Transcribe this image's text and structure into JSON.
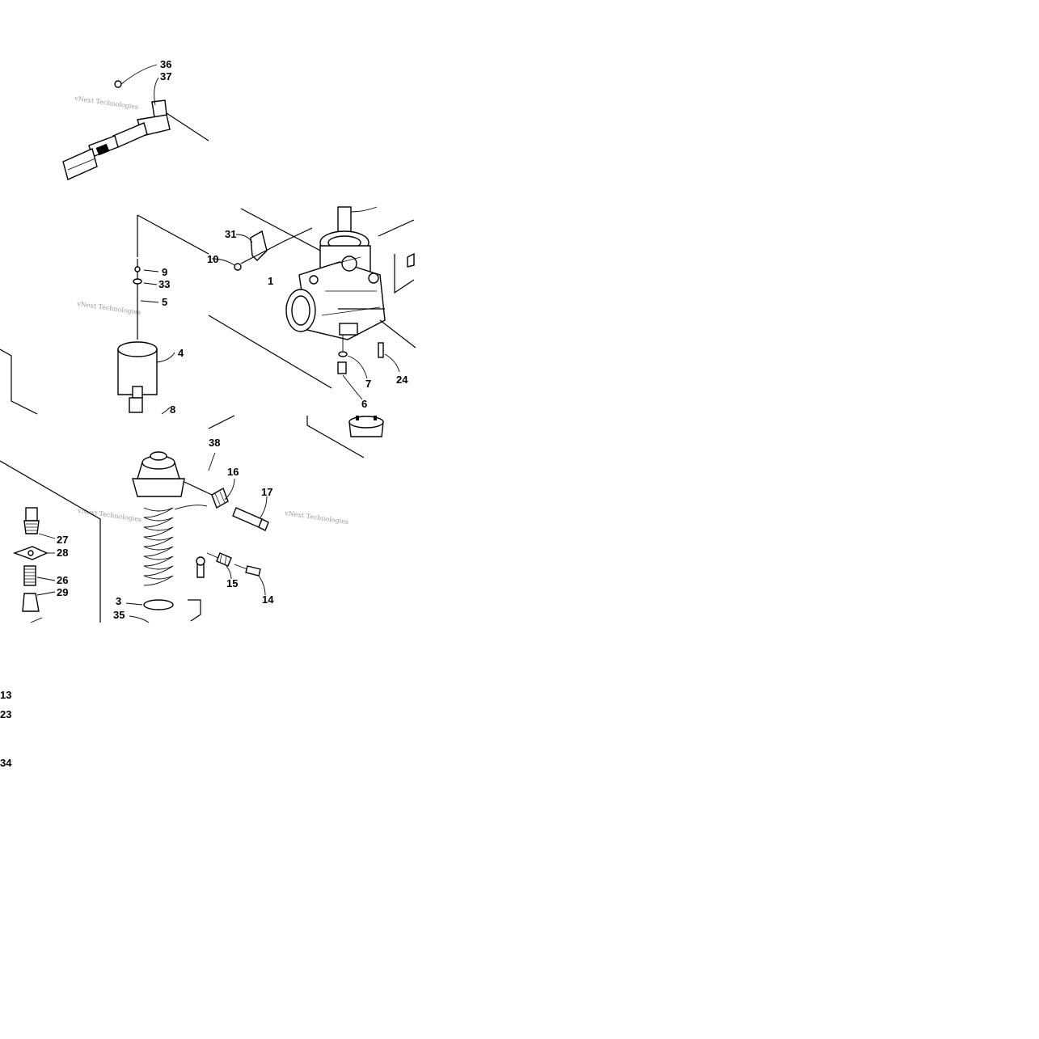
{
  "diagram": {
    "watermark": "vNext Technologies",
    "callouts": {
      "c1": "1",
      "c3": "3",
      "c4": "4",
      "c5": "5",
      "c6": "6",
      "c7": "7",
      "c8": "8",
      "c9": "9",
      "c10": "10",
      "c13": "13",
      "c14": "14",
      "c15": "15",
      "c16": "16",
      "c17": "17",
      "c23": "23",
      "c24": "24",
      "c26": "26",
      "c27": "27",
      "c28": "28",
      "c29": "29",
      "c31": "31",
      "c33": "33",
      "c34": "34",
      "c35": "35",
      "c36": "36",
      "c37": "37",
      "c38": "38"
    }
  }
}
